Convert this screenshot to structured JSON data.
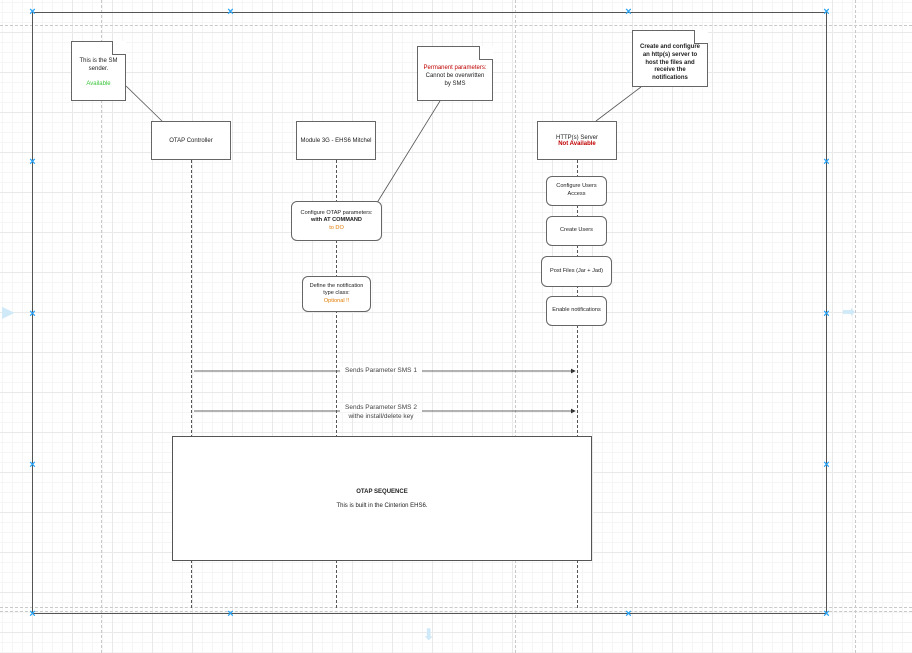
{
  "notes": {
    "sm_sender": {
      "text": "This is the SM sender.",
      "status": "Available"
    },
    "permanent": {
      "title": "Permanent parameters:",
      "body": "Cannot be overwritten by SMS"
    },
    "http_setup": {
      "text": "Create and configure an http(s) server to host the files and receive the notifications"
    }
  },
  "lifelines": {
    "otap_controller": {
      "label": "OTAP Controller"
    },
    "module": {
      "label": "Module 3G - EHS6 Mitchel"
    },
    "http_server": {
      "label": "HTTP(s) Server",
      "status": "Not Available"
    }
  },
  "processes": {
    "configure_otap": {
      "line1": "Configure OTAP parameters:",
      "line2": "with AT COMMAND",
      "line3": "to DO"
    },
    "define_notification": {
      "line1": "Define the notification type class:",
      "line2": "Optional !!"
    },
    "configure_users": {
      "line1": "Configure Users",
      "line2": "Access"
    },
    "create_users": {
      "line1": "Create Users"
    },
    "post_files": {
      "line1": "Post Files (Jar + Jad)"
    },
    "enable_notifications": {
      "line1": "Enable notifications"
    }
  },
  "messages": {
    "sms1": {
      "label": "Sends Parameter SMS 1"
    },
    "sms2": {
      "label": "Sends Parameter SMS 2",
      "sublabel": "withe install/delete key"
    }
  },
  "sequence": {
    "title": "OTAP SEQUENCE",
    "body": "This is built in the Cinterion EHS6."
  },
  "colors": {
    "available": "#3cc43c",
    "not_available": "#c00000",
    "optional": "#e07b00",
    "handle": "#29a3f5"
  }
}
